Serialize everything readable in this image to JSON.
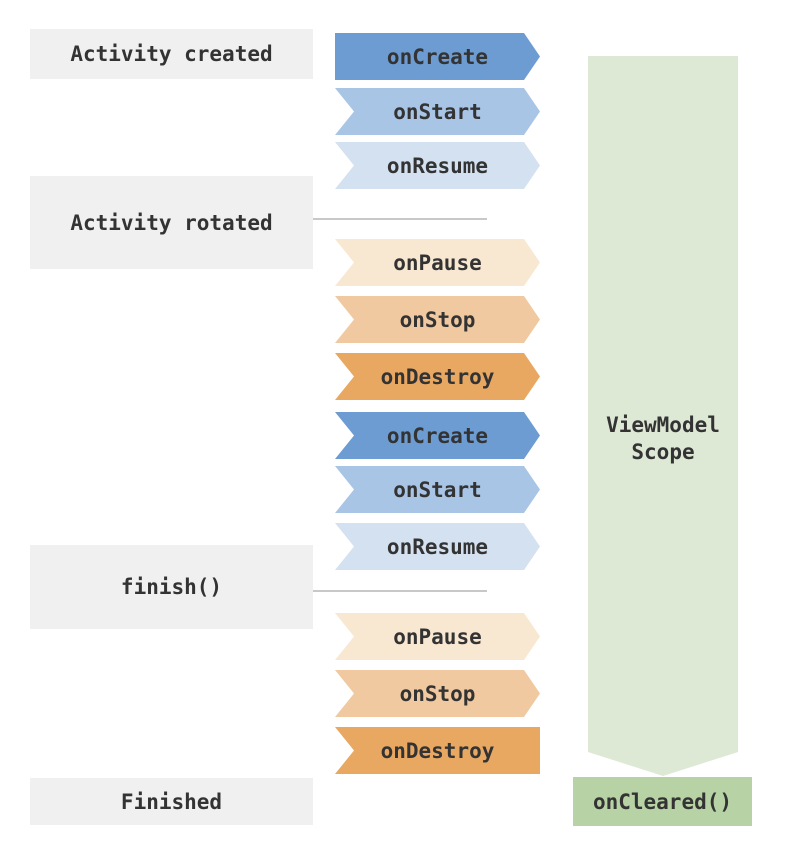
{
  "colors": {
    "chevron-blue-dark": "#6d9cd3",
    "chevron-blue-mid": "#a9c5e6",
    "chevron-blue-light": "#d4e1f1",
    "chevron-orange-light": "#f8e8d2",
    "chevron-orange-mid": "#f0c9a0",
    "chevron-orange-dark": "#e9a862",
    "scope-green-light": "#dde9d5",
    "scope-green-dark": "#b7d2a5",
    "label-gray": "#f0f0f0",
    "separator": "#c8c8c8",
    "text": "#333333"
  },
  "events": {
    "activity_created": "Activity created",
    "activity_rotated": "Activity rotated",
    "finish_call": "finish()",
    "finished": "Finished"
  },
  "callbacks": [
    {
      "label": "onCreate",
      "tone": "blue-dark"
    },
    {
      "label": "onStart",
      "tone": "blue-mid"
    },
    {
      "label": "onResume",
      "tone": "blue-light"
    },
    {
      "label": "onPause",
      "tone": "orange-light"
    },
    {
      "label": "onStop",
      "tone": "orange-mid"
    },
    {
      "label": "onDestroy",
      "tone": "orange-dark"
    },
    {
      "label": "onCreate",
      "tone": "blue-dark"
    },
    {
      "label": "onStart",
      "tone": "blue-mid"
    },
    {
      "label": "onResume",
      "tone": "blue-light"
    },
    {
      "label": "onPause",
      "tone": "orange-light"
    },
    {
      "label": "onStop",
      "tone": "orange-mid"
    },
    {
      "label": "onDestroy",
      "tone": "orange-dark"
    }
  ],
  "viewmodel": {
    "scope_line1": "ViewModel",
    "scope_line2": "Scope",
    "cleared": "onCleared()"
  }
}
